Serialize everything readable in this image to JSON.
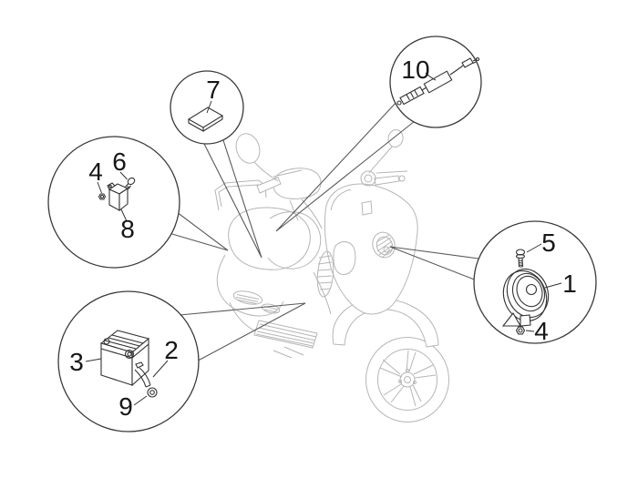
{
  "figure": {
    "kind": "scooter-electrical-parts-exploded-diagram",
    "balloons": {
      "relay": {
        "numbers": {
          "nut": "4",
          "screw": "6",
          "relay": "8"
        }
      },
      "fuse": {
        "numbers": {
          "fuse": "7"
        }
      },
      "battery": {
        "numbers": {
          "battery": "3",
          "breather_pipe": "2",
          "washer": "9"
        }
      },
      "cable": {
        "numbers": {
          "cable": "10"
        }
      },
      "horn": {
        "numbers": {
          "screw": "5",
          "horn": "1",
          "nut": "4"
        }
      }
    },
    "colors": {
      "background": "#ffffff",
      "scooter_line": "#b6b6b6",
      "tail_line": "#5a5a5a",
      "callout_line": "#3a3a3a",
      "label_text": "#161616"
    }
  }
}
